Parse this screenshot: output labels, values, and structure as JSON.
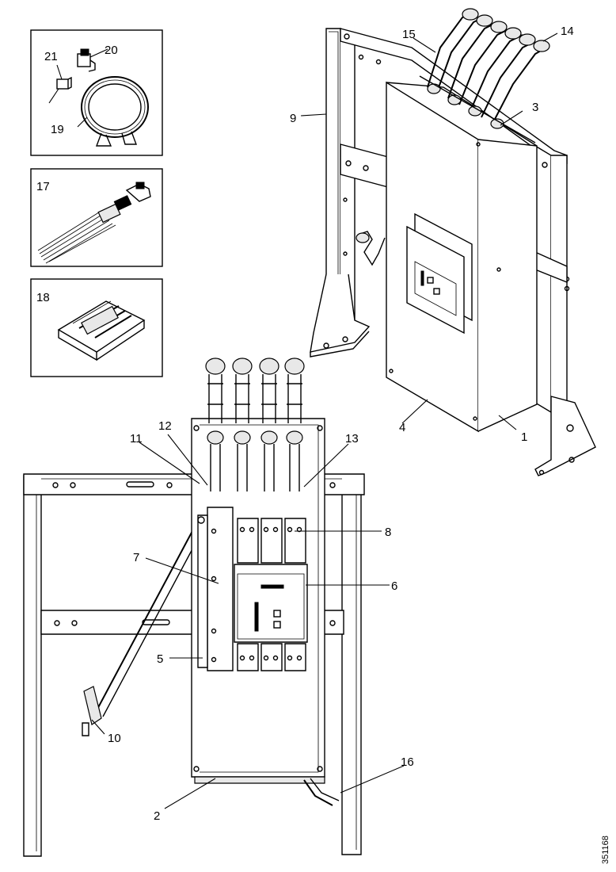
{
  "labels": {
    "c1": "1",
    "c2": "2",
    "c3": "3",
    "c4": "4",
    "c5": "5",
    "c6": "6",
    "c7": "7",
    "c8": "8",
    "c9": "9",
    "c10": "10",
    "c11": "11",
    "c12": "12",
    "c13": "13",
    "c14": "14",
    "c15": "15",
    "c16": "16",
    "c17": "17",
    "c18": "18",
    "c19": "19",
    "c20": "20",
    "c21": "21"
  },
  "document_number": "351168"
}
